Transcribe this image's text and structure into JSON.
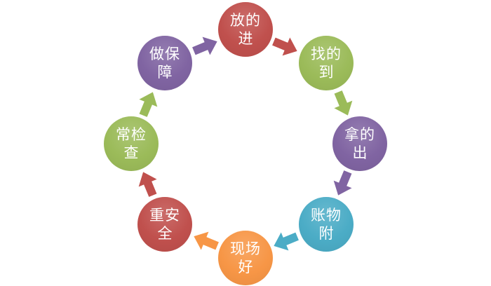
{
  "diagram": {
    "type": "cycle",
    "direction": "clockwise",
    "background_color": "#ffffff",
    "text_color": "#ffffff",
    "palette": {
      "red": "#c0504d",
      "green": "#9bbb59",
      "purple": "#8064a2",
      "teal": "#4bacc6",
      "orange": "#f79646"
    },
    "nodes": [
      {
        "id": "fang-de-jin",
        "label": "放的进",
        "line1": "放的",
        "line2": "进",
        "color": "#c0504d",
        "position": "top"
      },
      {
        "id": "zhao-de-dao",
        "label": "找的到",
        "line1": "找的",
        "line2": "到",
        "color": "#9bbb59",
        "position": "top-right"
      },
      {
        "id": "na-de-chu",
        "label": "拿的出",
        "line1": "拿的",
        "line2": "出",
        "color": "#8064a2",
        "position": "right"
      },
      {
        "id": "zhang-wu-fu",
        "label": "账物附",
        "line1": "账物",
        "line2": "附",
        "color": "#4bacc6",
        "position": "bottom-right"
      },
      {
        "id": "xian-chang-hao",
        "label": "现场好",
        "line1": "现场",
        "line2": "好",
        "color": "#f79646",
        "position": "bottom"
      },
      {
        "id": "zhong-an-quan",
        "label": "重安全",
        "line1": "重安",
        "line2": "全",
        "color": "#c0504d",
        "position": "bottom-left"
      },
      {
        "id": "chang-jian-cha",
        "label": "常检查",
        "line1": "常检",
        "line2": "查",
        "color": "#9bbb59",
        "position": "left"
      },
      {
        "id": "zuo-bao-zhang",
        "label": "做保障",
        "line1": "做保",
        "line2": "障",
        "color": "#8064a2",
        "position": "top-left"
      }
    ],
    "arrows": [
      {
        "from": "放的进",
        "to": "找的到",
        "color": "#c0504d"
      },
      {
        "from": "找的到",
        "to": "拿的出",
        "color": "#9bbb59"
      },
      {
        "from": "拿的出",
        "to": "账物附",
        "color": "#8064a2"
      },
      {
        "from": "账物附",
        "to": "现场好",
        "color": "#4bacc6"
      },
      {
        "from": "现场好",
        "to": "重安全",
        "color": "#f79646"
      },
      {
        "from": "重安全",
        "to": "常检查",
        "color": "#c0504d"
      },
      {
        "from": "常检查",
        "to": "做保障",
        "color": "#9bbb59"
      },
      {
        "from": "做保障",
        "to": "放的进",
        "color": "#8064a2"
      }
    ]
  }
}
